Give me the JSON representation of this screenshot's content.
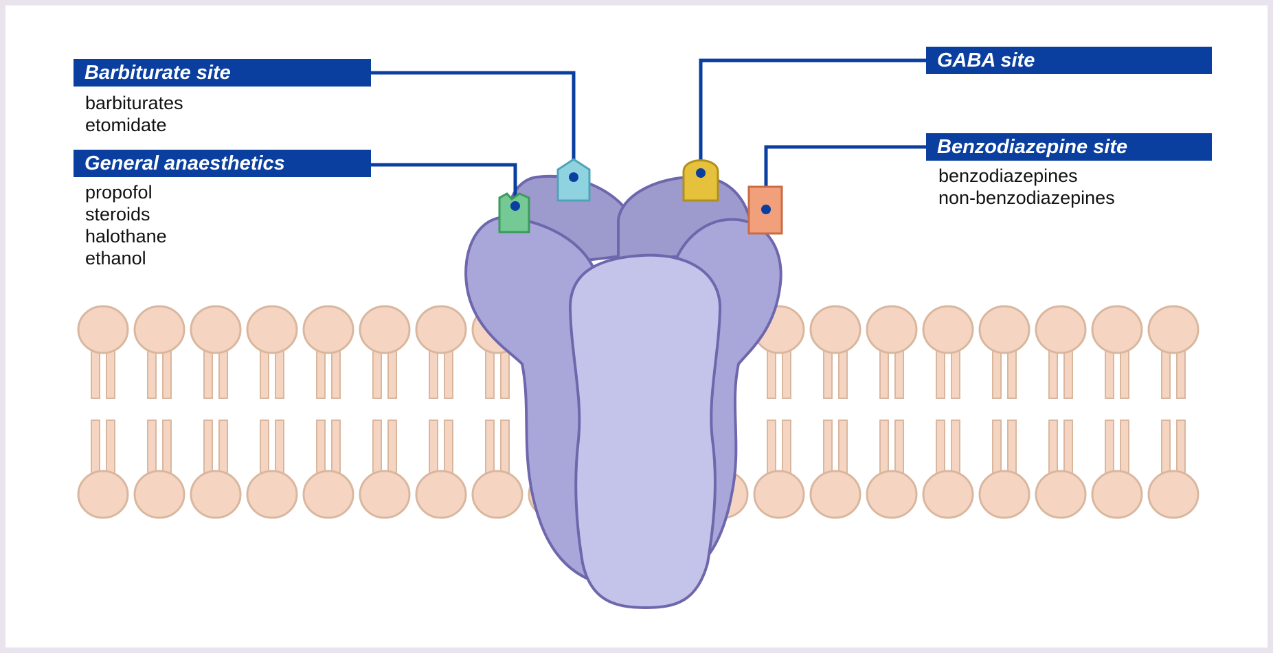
{
  "colors": {
    "label_bg": "#0a3fa0",
    "leader_line": "#0a3fa0",
    "membrane_lipid": "#f5d5c2",
    "membrane_outline": "#d9b79f",
    "receptor_outer": "#a9a7d9",
    "receptor_back": "#9d9acd",
    "receptor_center": "#c4c3ea",
    "receptor_outline": "#6e67ad",
    "barbiturate_site": "#8fd3e0",
    "anaesthetic_site": "#74c994",
    "gaba_site": "#e6c23c",
    "benzodiazepine_site": "#f2a07c"
  },
  "sites": {
    "barbiturate": {
      "title": "Barbiturate site",
      "agents": [
        "barbiturates",
        "etomidate"
      ],
      "icon": "barbiturate-binding-site"
    },
    "general_anaesthetics": {
      "title": "General anaesthetics",
      "agents": [
        "propofol",
        "steroids",
        "halothane",
        "ethanol"
      ],
      "icon": "anaesthetic-binding-site"
    },
    "gaba": {
      "title": "GABA site",
      "agents": [],
      "icon": "gaba-binding-site"
    },
    "benzodiazepine": {
      "title": "Benzodiazepine site",
      "agents": [
        "benzodiazepines",
        "non-benzodiazepines"
      ],
      "icon": "benzodiazepine-binding-site"
    }
  }
}
